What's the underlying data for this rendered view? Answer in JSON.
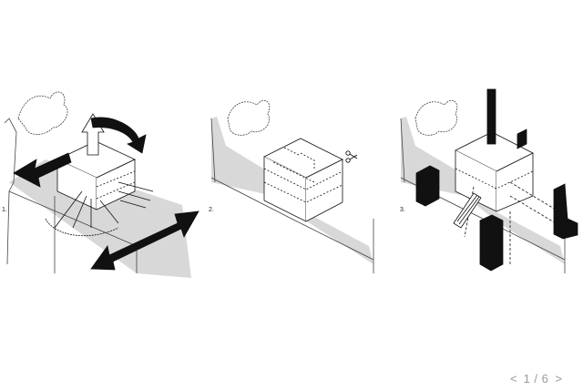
{
  "diagram": {
    "steps": [
      {
        "label": "1."
      },
      {
        "label": "2."
      },
      {
        "label": "3."
      }
    ]
  },
  "pager": {
    "prev": "<",
    "counter": "1 / 6",
    "next": ">"
  },
  "icons": {
    "scissors": "scissors-icon",
    "prev": "chevron-left-icon",
    "next": "chevron-right-icon"
  }
}
